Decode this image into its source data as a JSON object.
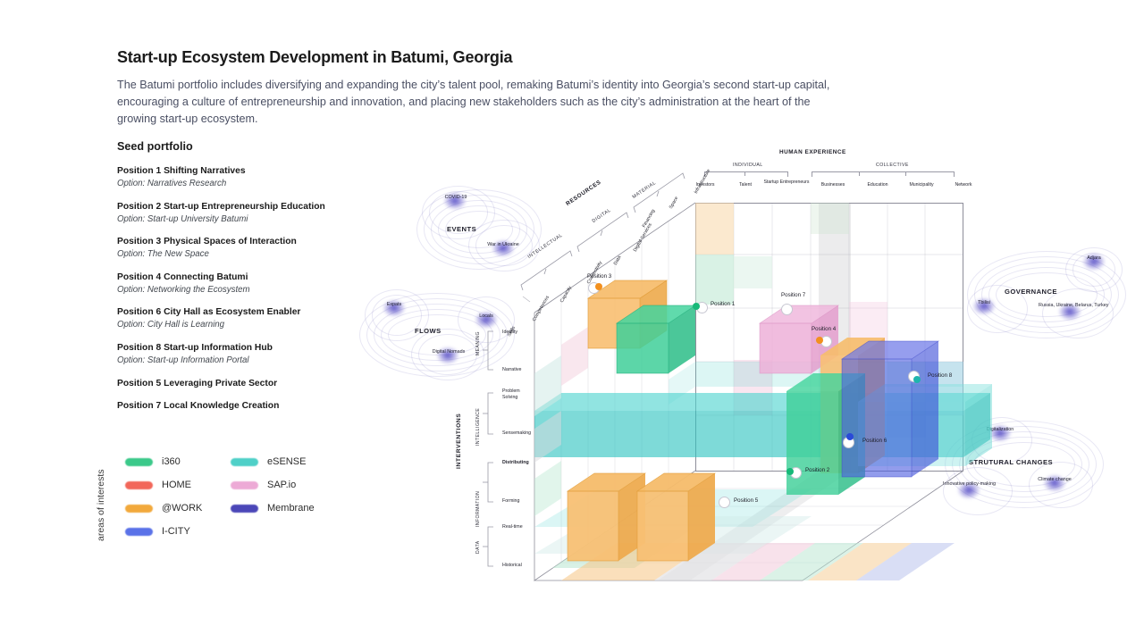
{
  "header": {
    "title": "Start-up Ecosystem Development in Batumi, Georgia",
    "intro": "The Batumi portfolio includes diversifying and expanding the city’s talent pool, remaking Batumi’s identity into Georgia’s second start-up capital, encouraging a culture of entrepreneurship and innovation, and placing new stakeholders such as the city’s administration at the heart of the growing start-up ecosystem.",
    "seed_portfolio_label": "Seed portfolio"
  },
  "portfolio": [
    {
      "title": "Position 1 Shifting Narratives",
      "option": "Option: Narratives Research"
    },
    {
      "title": "Position 2 Start-up Entrepreneurship Education",
      "option": "Option: Start-up University Batumi"
    },
    {
      "title": "Position 3 Physical Spaces of Interaction",
      "option": "Option: The New Space"
    },
    {
      "title": "Position 4 Connecting Batumi",
      "option": "Option: Networking the Ecosystem"
    },
    {
      "title": "Position 6 City Hall as Ecosystem Enabler",
      "option": "Option: City Hall is Learning"
    },
    {
      "title": "Position 8 Start-up Information Hub",
      "option": "Option: Start-up Information Portal"
    },
    {
      "title": "Position 5 Leveraging Private Sector",
      "option": ""
    },
    {
      "title": "Position 7 Local Knowledge Creation",
      "option": ""
    }
  ],
  "legend": {
    "axis_label": "areas of interests",
    "items": [
      {
        "label": "i360",
        "color": "#3bc98a"
      },
      {
        "label": "eSENSE",
        "color": "#4fd0c8"
      },
      {
        "label": "HOME",
        "color": "#f2675a"
      },
      {
        "label": "SAP.io",
        "color": "#edaad6"
      },
      {
        "label": "@WORK",
        "color": "#f2a93c"
      },
      {
        "label": "Membrane",
        "color": "#4b47b8"
      },
      {
        "label": "I-CITY",
        "color": "#5a72e8"
      }
    ]
  },
  "diagram": {
    "human_experience": {
      "title": "HUMAN EXPERIENCE",
      "groups": [
        {
          "label": "INDIVIDUAL",
          "columns": [
            "Investors",
            "Talent",
            "Startup Entrepreneurs"
          ]
        },
        {
          "label": "COLLECTIVE",
          "columns": [
            "Businesses",
            "Education",
            "Municipality",
            "Network"
          ]
        }
      ]
    },
    "resources": {
      "title": "RESOURCES",
      "groups": [
        {
          "label": "INTELLECTUAL",
          "columns": [
            "Skills",
            "Competences",
            "Capacity"
          ]
        },
        {
          "label": "DIGITAL",
          "columns": [
            "Connectivity",
            "Data",
            "Digital Services"
          ]
        },
        {
          "label": "MATERIAL",
          "columns": [
            "Financing",
            "Space",
            "Infrastructure"
          ]
        }
      ]
    },
    "interventions": {
      "title": "INTERVENTIONS",
      "groups": [
        {
          "label": "MEANING",
          "rows": [
            "Identity",
            "Narrative"
          ]
        },
        {
          "label": "INTELLIGENCE",
          "rows": [
            "Problem Solving",
            "Sensemaking"
          ]
        },
        {
          "label": "INFORMATION",
          "rows": [
            "Distributing",
            "Forming"
          ]
        },
        {
          "label": "DATA",
          "rows": [
            "Real-time",
            "Historical"
          ]
        }
      ]
    },
    "clusters": [
      {
        "title": "EVENTS",
        "nodes": [
          "COVID-19",
          "War in Ukraine"
        ]
      },
      {
        "title": "FLOWS",
        "nodes": [
          "Expats",
          "Locals",
          "Digital Nomads"
        ]
      },
      {
        "title": "GOVERNANCE",
        "nodes": [
          "Adjara",
          "Tbilisi",
          "Russia, Ukraine, Belarus, Turkey"
        ]
      },
      {
        "title": "STRUTURAL CHANGES",
        "nodes": [
          "Digitalization",
          "Climate change",
          "Innovative policy-making"
        ]
      }
    ],
    "markers": [
      {
        "label": "Position 3",
        "color": "#f2901f"
      },
      {
        "label": "Position 1",
        "color": "#17b978"
      },
      {
        "label": "Position 7",
        "color": "#ffffff"
      },
      {
        "label": "Position 4",
        "color": "#f2901f"
      },
      {
        "label": "Position 8",
        "color": "#1fb5ad"
      },
      {
        "label": "Position 6",
        "color": "#2a4ad8"
      },
      {
        "label": "Position 2",
        "color": "#17b978"
      },
      {
        "label": "Position 5",
        "color": "#ffffff"
      }
    ]
  },
  "chart_data": {
    "type": "scatter",
    "title": "Start-up Ecosystem Development in Batumi, Georgia",
    "x_axis": {
      "label": "HUMAN EXPERIENCE",
      "ticks": [
        "Investors",
        "Talent",
        "Startup Entrepreneurs",
        "Businesses",
        "Education",
        "Municipality",
        "Network"
      ]
    },
    "y_axis": {
      "label": "INTERVENTIONS",
      "ticks": [
        "Identity",
        "Narrative",
        "Problem Solving",
        "Sensemaking",
        "Distributing",
        "Forming",
        "Real-time",
        "Historical"
      ]
    },
    "z_axis": {
      "label": "RESOURCES",
      "ticks": [
        "Skills",
        "Competences",
        "Capacity",
        "Connectivity",
        "Data",
        "Digital Services",
        "Financing",
        "Space",
        "Infrastructure"
      ]
    },
    "points": [
      {
        "name": "Position 1",
        "label": "Shifting Narratives",
        "area": "i360",
        "color": "#17b978"
      },
      {
        "name": "Position 2",
        "label": "Start-up Entrepreneurship Education",
        "area": "i360",
        "color": "#17b978"
      },
      {
        "name": "Position 3",
        "label": "Physical Spaces of Interaction",
        "area": "@WORK",
        "color": "#f2901f"
      },
      {
        "name": "Position 4",
        "label": "Connecting Batumi",
        "area": "@WORK",
        "color": "#f2901f"
      },
      {
        "name": "Position 5",
        "label": "Leveraging Private Sector",
        "area": "@WORK",
        "color": "#f2901f"
      },
      {
        "name": "Position 6",
        "label": "City Hall as Ecosystem Enabler",
        "area": "I-CITY",
        "color": "#2a4ad8"
      },
      {
        "name": "Position 7",
        "label": "Local Knowledge Creation",
        "area": "SAP.io",
        "color": "#edaad6"
      },
      {
        "name": "Position 8",
        "label": "Start-up Information Hub",
        "area": "eSENSE",
        "color": "#1fb5ad"
      }
    ],
    "legend": {
      "title": "areas of interests",
      "entries": [
        "i360",
        "eSENSE",
        "HOME",
        "SAP.io",
        "@WORK",
        "Membrane",
        "I-CITY"
      ]
    }
  }
}
